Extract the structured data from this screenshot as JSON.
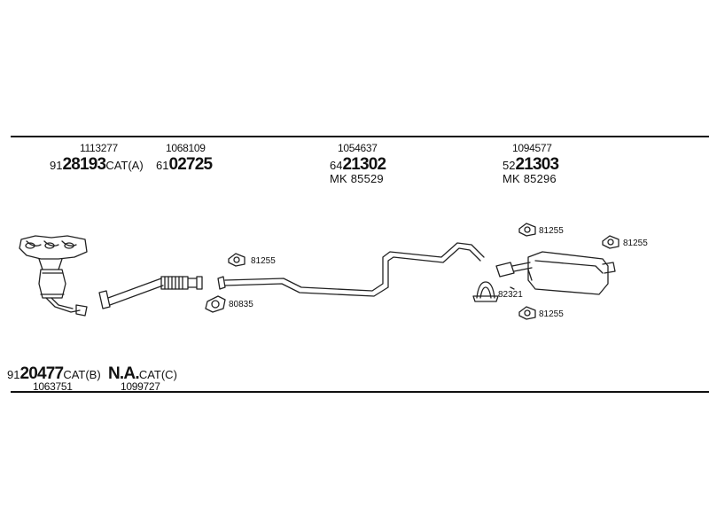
{
  "top_parts": [
    {
      "ref": "1113277",
      "code_prefix": "91",
      "code_main": "28193",
      "code_suffix": "CAT(A)"
    },
    {
      "ref": "1068109",
      "code_prefix": "61",
      "code_main": "02725",
      "code_suffix": ""
    },
    {
      "ref": "1054637",
      "code_prefix": "64",
      "code_main": "21302",
      "code_suffix": "",
      "mk": "MK  85529"
    },
    {
      "ref": "1094577",
      "code_prefix": "52",
      "code_main": "21303",
      "code_suffix": "",
      "mk": "MK  85296"
    }
  ],
  "bottom_parts": [
    {
      "ref": "1063751",
      "code_prefix": "91",
      "code_main": "20477",
      "code_suffix": "CAT(B)"
    },
    {
      "ref": "1099727",
      "code_prefix": "",
      "code_main": "N.A.",
      "code_suffix": "CAT(C)"
    }
  ],
  "callouts": {
    "mount_front": "81255",
    "gasket": "80835",
    "clamp": "82321",
    "mount_rear_top": "81255",
    "mount_rear_right": "81255",
    "mount_rear_bottom": "81255"
  }
}
